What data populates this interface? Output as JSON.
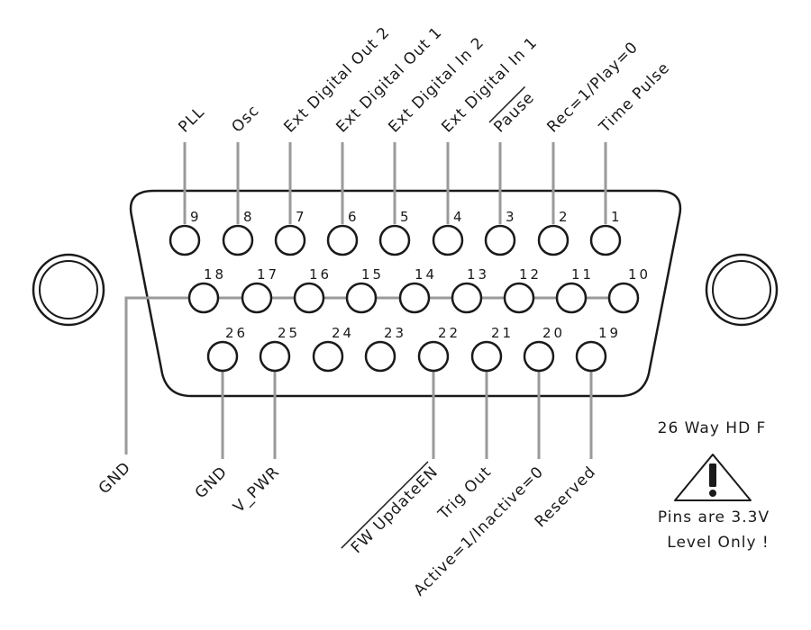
{
  "connector": {
    "top_row": [
      {
        "pin": "9",
        "label": "PLL"
      },
      {
        "pin": "8",
        "label": "Osc"
      },
      {
        "pin": "7",
        "label": "Ext Digital Out 2"
      },
      {
        "pin": "6",
        "label": "Ext Digital Out 1"
      },
      {
        "pin": "5",
        "label": "Ext Digital In 2"
      },
      {
        "pin": "4",
        "label": "Ext Digital In 1"
      },
      {
        "pin": "3",
        "label": "Pause"
      },
      {
        "pin": "2",
        "label": "Rec=1/Play=0"
      },
      {
        "pin": "1",
        "label": "Time Pulse"
      }
    ],
    "middle_row": [
      "18",
      "17",
      "16",
      "15",
      "14",
      "13",
      "12",
      "11",
      "10"
    ],
    "bottom_row": [
      "26",
      "25",
      "24",
      "23",
      "22",
      "21",
      "20",
      "19"
    ],
    "bottom_labels": [
      {
        "label": "GND"
      },
      {
        "label": "GND"
      },
      {
        "label": "V_PWR"
      },
      {
        "label": "FW UpdateEN"
      },
      {
        "label": "Trig Out"
      },
      {
        "label": "Active=1/Inactive=0"
      },
      {
        "label": "Reserved"
      }
    ]
  },
  "note": {
    "title": "26 Way HD F",
    "warning_line1": "Pins are 3.3V",
    "warning_line2": "Level Only !"
  }
}
